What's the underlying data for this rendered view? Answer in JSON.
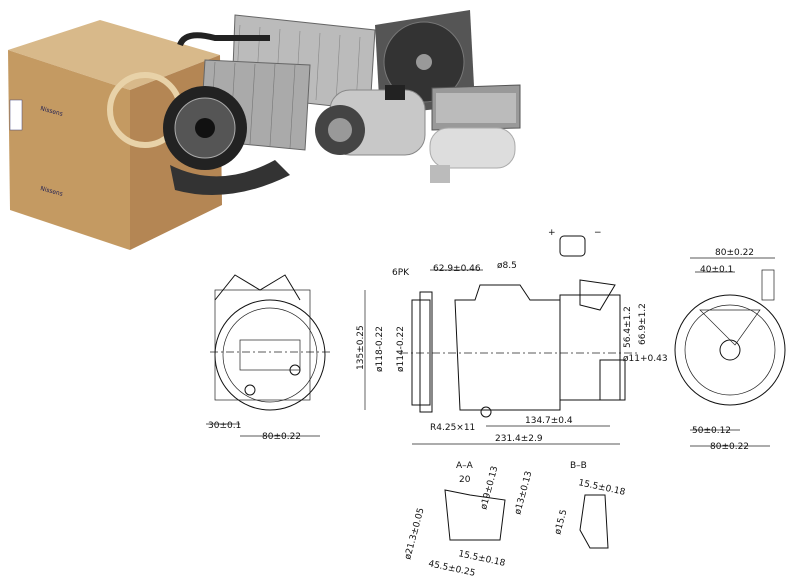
{
  "product_photo": {
    "box_brand": "Nissens",
    "items": [
      "carton-box",
      "blower-fan",
      "evaporator",
      "condenser",
      "radiator-fan",
      "ac-compressor",
      "heater-core",
      "receiver-drier"
    ]
  },
  "drawing": {
    "connector_plus": "+",
    "connector_minus": "−",
    "belt": "6PK",
    "dim_top": "62.9±0.46",
    "hole_top": "ø8.5",
    "height_total": "135±0.25",
    "pulley_dia": "ø118-0.22",
    "pulley_inner": "ø114-0.22",
    "port_height1": "56.4±1.2",
    "port_height2": "66.9±1.2",
    "port_hole": "ø11+0.43",
    "mount_hole": "R4.25×11",
    "len_mid": "134.7±0.4",
    "len_total": "231.4±2.9",
    "left_view_w1": "30±0.1",
    "left_view_w2": "80±0.22",
    "right_view_top": "80±0.22",
    "right_view_top2": "40±0.1",
    "right_view_bot1": "50±0.12",
    "right_view_bot2": "80±0.22",
    "section_a": "A–A",
    "section_a_20": "20",
    "section_a_19": "ø19±0.13",
    "section_a_13": "ø13±0.13",
    "section_a_21": "ø21.3±0.05",
    "section_a_155": "15.5±0.18",
    "section_a_455": "45.5±0.25",
    "section_b": "B–B",
    "section_b_155": "15.5±0.18",
    "section_b_dia": "ø15.5"
  }
}
